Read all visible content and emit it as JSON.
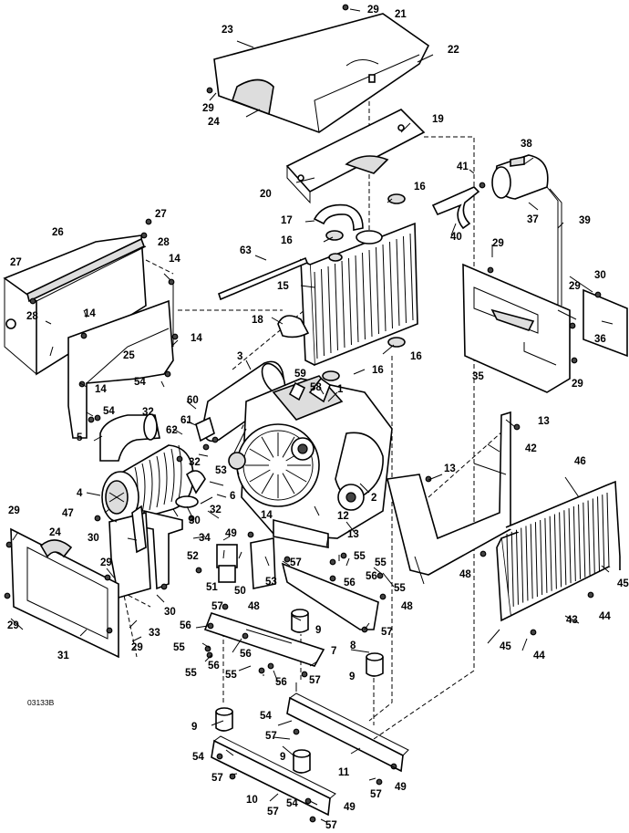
{
  "figure": {
    "drawing_code": "03133B"
  },
  "callouts": {
    "c1": "1",
    "c2": "2",
    "c3": "3",
    "c4": "4",
    "c5": "5",
    "c6": "6",
    "c7": "7",
    "c8": "8",
    "c9": "9",
    "c10": "10",
    "c11": "11",
    "c12": "12",
    "c13": "13",
    "c14": "14",
    "c15": "15",
    "c16": "16",
    "c17": "17",
    "c18": "18",
    "c19": "19",
    "c20": "20",
    "c21": "21",
    "c22": "22",
    "c23": "23",
    "c24": "24",
    "c25": "25",
    "c26": "26",
    "c27": "27",
    "c28": "28",
    "c29": "29",
    "c30": "30",
    "c31": "31",
    "c32": "32",
    "c33": "33",
    "c34": "34",
    "c35": "35",
    "c36": "36",
    "c37": "37",
    "c38": "38",
    "c39": "39",
    "c40": "40",
    "c41": "41",
    "c42": "42",
    "c43": "43",
    "c44": "44",
    "c45": "45",
    "c46": "46",
    "c47": "47",
    "c48": "48",
    "c49": "49",
    "c50": "50",
    "c51": "51",
    "c52": "52",
    "c53": "53",
    "c54": "54",
    "c55": "55",
    "c56": "56",
    "c57": "57",
    "c58": "58",
    "c59": "59",
    "c60": "60",
    "c61": "61",
    "c62": "62",
    "c63": "63"
  }
}
